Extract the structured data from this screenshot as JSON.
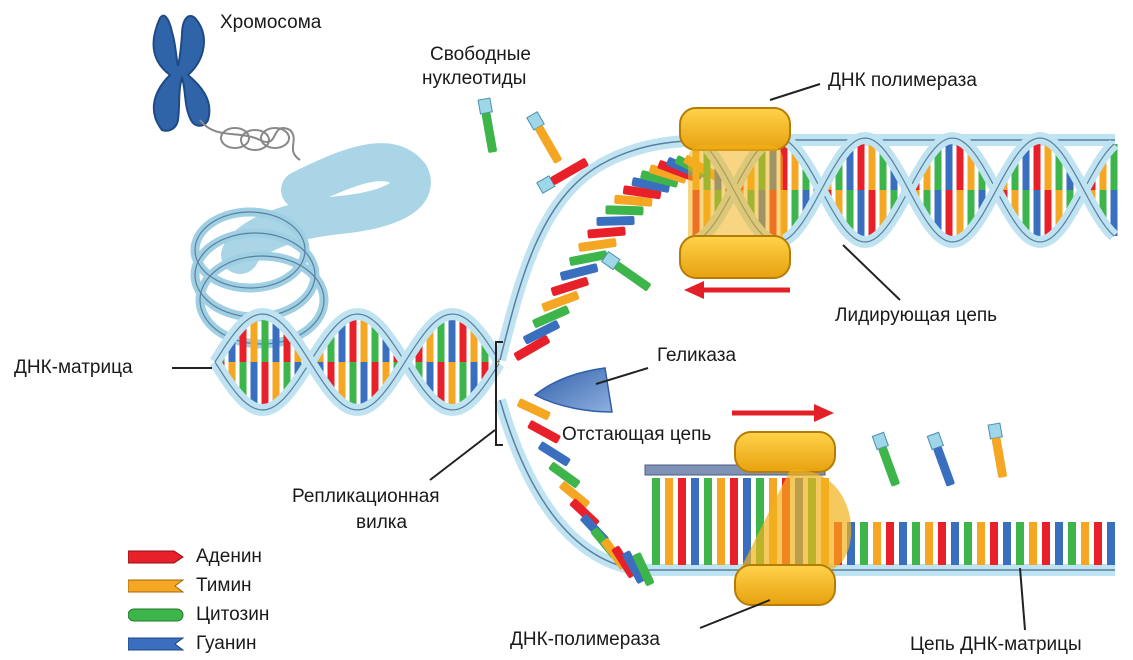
{
  "labels": {
    "chromosome": "Хромосома",
    "free_nucleotides_line1": "Свободные",
    "free_nucleotides_line2": "нуклеотиды",
    "dna_polymerase_top": "ДНК полимераза",
    "leading_strand": "Лидирующая цепь",
    "dna_template": "ДНК-матрица",
    "helicase": "Геликаза",
    "lagging_strand": "Отстающая цепь",
    "replication_fork_line1": "Репликационная",
    "replication_fork_line2": "вилка",
    "dna_polymerase_bottom": "ДНК-полимераза",
    "template_strand": "Цепь ДНК-матрицы"
  },
  "legend": [
    {
      "label": "Аденин",
      "color": "#e8202a",
      "shape": "arrow"
    },
    {
      "label": "Тимин",
      "color": "#f5a623",
      "shape": "notch"
    },
    {
      "label": "Цитозин",
      "color": "#3db54a",
      "shape": "round"
    },
    {
      "label": "Гуанин",
      "color": "#3a6fc0",
      "shape": "notch"
    }
  ],
  "colors": {
    "adenine": "#e8202a",
    "thymine": "#f5a623",
    "cytosine": "#3db54a",
    "guanine": "#3a6fc0",
    "backbone": "#bfe3f0",
    "backbone_edge": "#5a7fa0",
    "polymerase": "#f2b21b",
    "helicase": "#4a73b8",
    "chromosome": "#2f64a8",
    "arrow": "#e32028"
  }
}
